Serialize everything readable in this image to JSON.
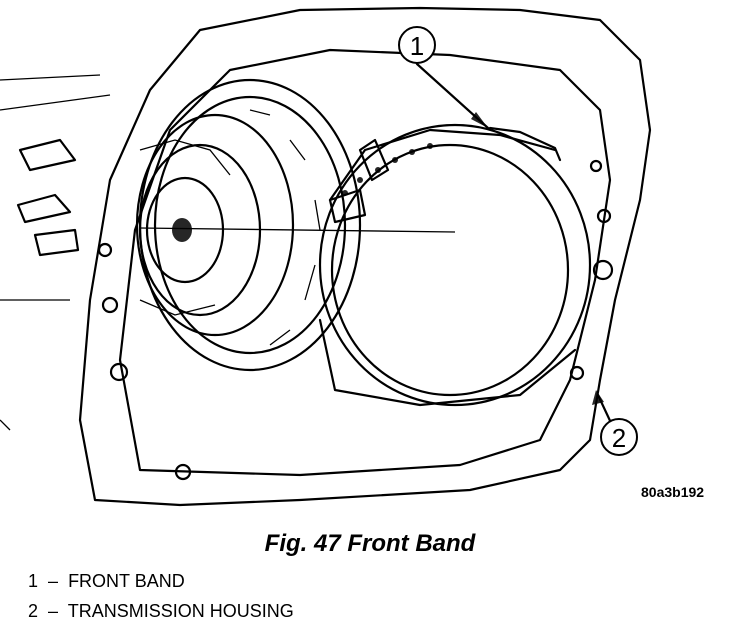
{
  "figure": {
    "callouts": [
      {
        "number": "1"
      },
      {
        "number": "2"
      }
    ],
    "image_code": "80a3b192",
    "caption": "Fig. 47 Front Band",
    "legend": [
      {
        "number": "1",
        "separator": "–",
        "label": "FRONT BAND"
      },
      {
        "number": "2",
        "separator": "–",
        "label": "TRANSMISSION HOUSING"
      }
    ]
  }
}
